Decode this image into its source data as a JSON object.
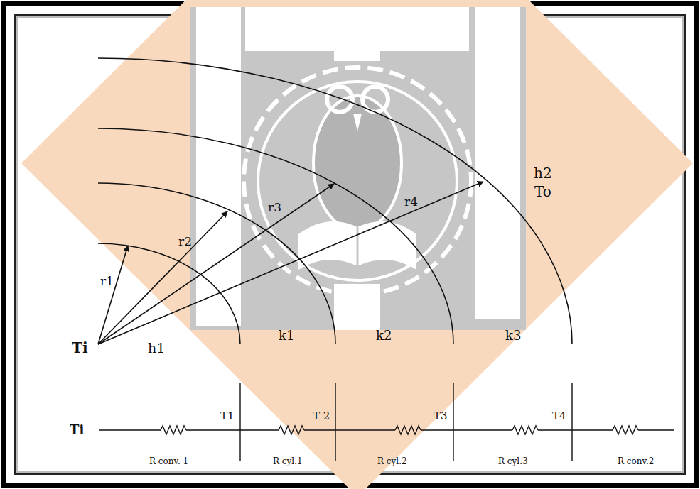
{
  "diagram": {
    "labels": [
      "Ti",
      "h1",
      "r1",
      "r2",
      "r3",
      "r4",
      "k1",
      "k2",
      "k3",
      "h2",
      "To",
      "Ti",
      "T1",
      "T 2",
      "T3",
      "T4",
      "R conv. 1",
      "R cyl.1",
      "R cyl.2",
      "R cyl.3",
      "R conv.2"
    ]
  }
}
